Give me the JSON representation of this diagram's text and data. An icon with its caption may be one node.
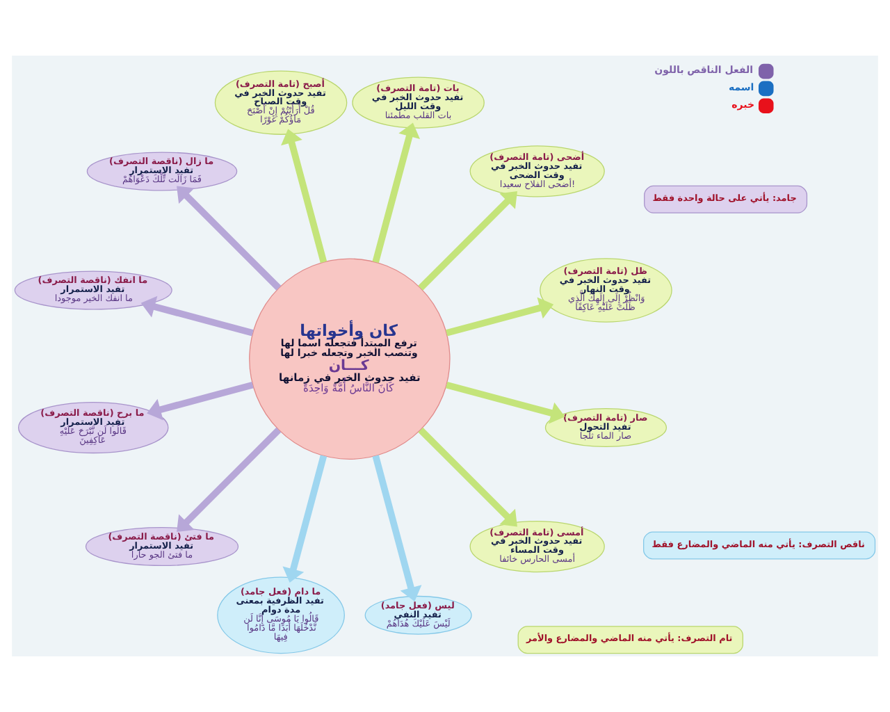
{
  "diagram": {
    "nodes": [
      {
        "text": [
          "كان وأخواتها",
          "ترفع المبتدأ فتجعله اسما لها وتنصب الخبر وتجعله خبرا لها",
          "كـــان",
          "تفيد حدوث الخبر في زمانها",
          "كَانَ النَّاسُ أُمَّةً وَاحِدَةً"
        ]
      },
      {
        "text": [
          "أصبح (تامة التصرف)",
          "تفيد حدوث الخبر في وقت الصباح",
          "قُلْ أَرَأَيْتُمْ إِنْ أَصْبَحَ مَاؤُكُمْ غَوْرًا"
        ]
      },
      {
        "text": [
          "بات (تامة التصرف)",
          "تفيد حدوث الخبر في وقت الليل",
          "بات القلب مطمئنا"
        ]
      },
      {
        "text": [
          "أضحى (تامة التصرف)",
          "تفيد حدوث الخبر في وقت الضحى",
          "أضحى الفلاح سعيدا!"
        ]
      },
      {
        "text": [
          "ظل (تامة التصرف)",
          "تفيد حدوث الخبر في وقت النهار",
          "وَانْظُرْ إِلَى إِلَهِكَ الَّذِي ظَلْتَ عَلَيْهِ عَاكِفًا"
        ]
      },
      {
        "text": [
          "صار (تامة التصرف)",
          "تفيد التحول",
          "صار الماء ثلجا"
        ]
      },
      {
        "text": [
          "أمسى (تامة التصرف)",
          "تفيد حدوث الخبر في وقت المساء",
          "أمسى الحارس خائفا"
        ]
      },
      {
        "text": [
          "ليس (فعل جامد)",
          "تفيد النفي",
          "لَيْسَ عَلَيْكَ هُدَاهُمْ"
        ]
      },
      {
        "text": [
          "ما دام (فعل جامد)",
          "تفيد الظرفية بمعنى مدة دوام",
          "قَالُوا يَا مُوسَى إِنَّا لَن نَّدْخُلَهَا أَبَدًا مَّا دَامُوا فِيهَا"
        ]
      },
      {
        "text": [
          "ما فتئ (ناقصة التصرف)",
          "تفيد الاستمرار",
          "ما فتئ الجو حارا"
        ]
      },
      {
        "text": [
          "ما برح (ناقصة التصرف)",
          "تفيد الاستمرار",
          "قَالُوا لَن نَّبْرَحَ عَلَيْهِ عَاكِفِينَ"
        ]
      },
      {
        "text": [
          "ما انفك (ناقصة التصرف)",
          "تفيد الاستمرار",
          "ما انفك الخير موجودا"
        ]
      },
      {
        "text": [
          "ما زال (ناقصة التصرف)",
          "تفيد الاستمرار",
          "فَمَا زَالَت تِّلْكَ دَعْوَاهُمْ"
        ]
      },
      {
        "text": [
          "تام التصرف: يأتي منه الماضي والمضارع والأمر"
        ]
      },
      {
        "text": [
          "ناقص التصرف: يأتي منه الماضي والمضارع فقط"
        ]
      },
      {
        "text": [
          "جامد: يأتي على حالة واحدة فقط"
        ]
      }
    ],
    "edges": [
      {
        "from": 0,
        "to": 1,
        "arrow": "to"
      },
      {
        "from": 0,
        "to": 2,
        "arrow": "to"
      },
      {
        "from": 0,
        "to": 3,
        "arrow": "to"
      },
      {
        "from": 0,
        "to": 4,
        "arrow": "to"
      },
      {
        "from": 0,
        "to": 5,
        "arrow": "to"
      },
      {
        "from": 0,
        "to": 6,
        "arrow": "to"
      },
      {
        "from": 0,
        "to": 7,
        "arrow": "to",
        "color": "#9fd6f0"
      },
      {
        "from": 0,
        "to": 8,
        "arrow": "to",
        "color": "#9fd6f0"
      },
      {
        "from": 0,
        "to": 9,
        "arrow": "to",
        "color": "#b7a7d8"
      },
      {
        "from": 0,
        "to": 10,
        "arrow": "to",
        "color": "#b7a7d8"
      },
      {
        "from": 0,
        "to": 11,
        "arrow": "to",
        "color": "#b7a7d8"
      },
      {
        "from": 0,
        "to": 12,
        "arrow": "to",
        "color": "#b7a7d8"
      }
    ],
    "legend": [
      {
        "text": "الفعل الناقص باللون",
        "color": "#7f62aa"
      },
      {
        "text": "اسمه",
        "color": "#1b6fc2"
      },
      {
        "text": "خبره",
        "color": "#e8111b"
      }
    ]
  }
}
